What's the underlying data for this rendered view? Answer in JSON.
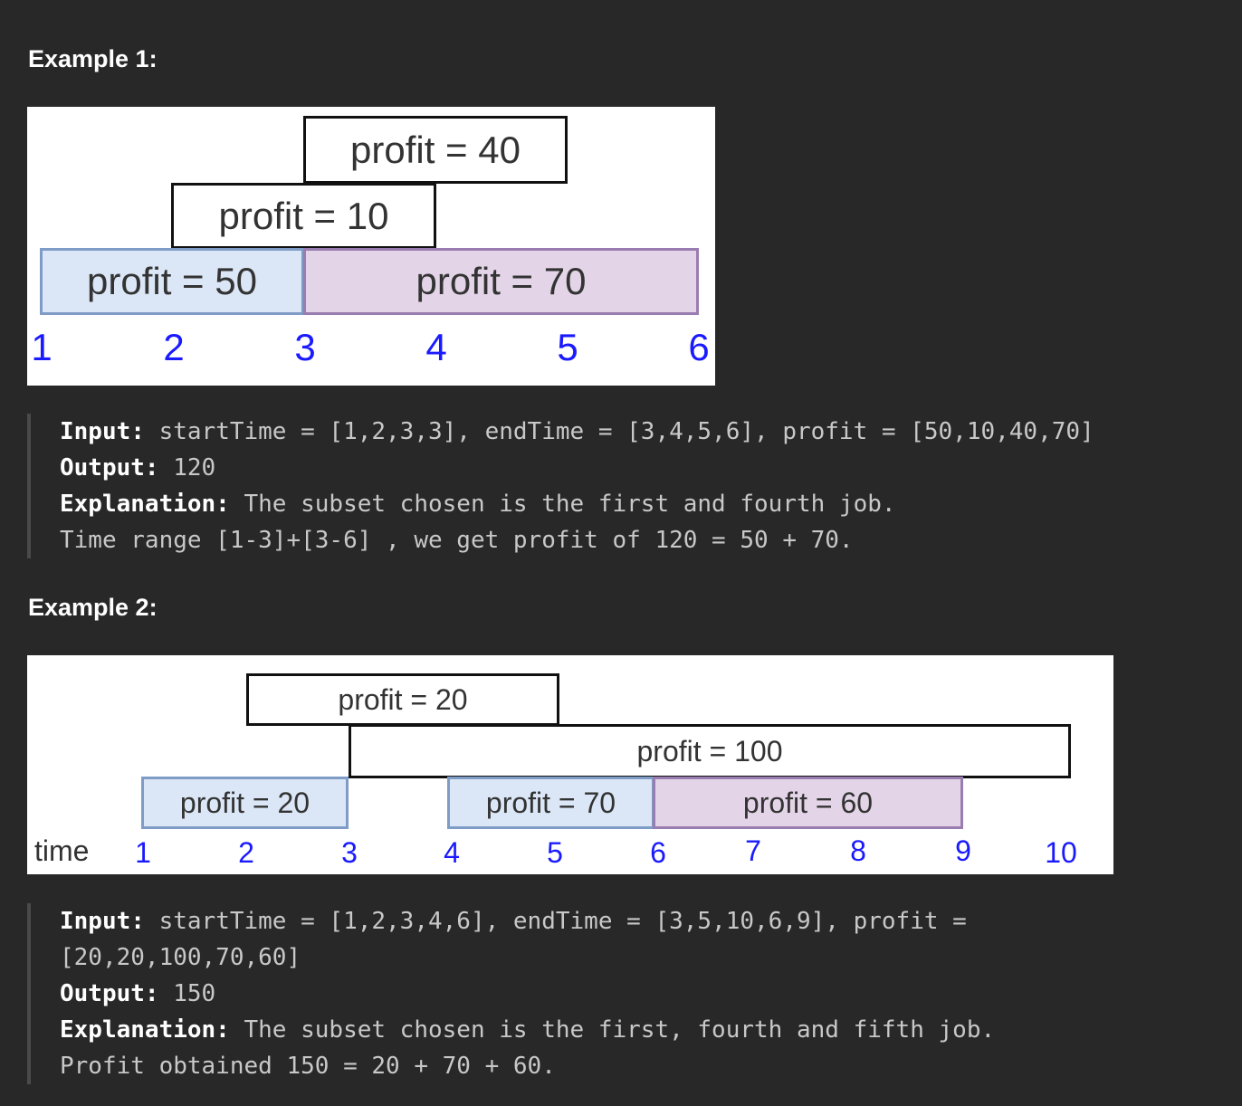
{
  "example1": {
    "heading": "Example 1:",
    "boxes": [
      {
        "label": "profit = 40"
      },
      {
        "label": "profit = 10"
      },
      {
        "label": "profit = 50"
      },
      {
        "label": "profit = 70"
      }
    ],
    "ticks": [
      "1",
      "2",
      "3",
      "4",
      "5",
      "6"
    ],
    "input_key": "Input:",
    "input_value": " startTime = [1,2,3,3], endTime = [3,4,5,6], profit = [50,10,40,70]",
    "output_key": "Output:",
    "output_value": " 120",
    "explanation_key": "Explanation:",
    "explanation_value": " The subset chosen is the first and fourth job.",
    "explanation_line2": "Time range [1-3]+[3-6] , we get profit of 120 = 50 + 70."
  },
  "example2": {
    "heading": "Example 2:",
    "time_label": "time",
    "boxes": [
      {
        "label": "profit = 20"
      },
      {
        "label": "profit = 100"
      },
      {
        "label": "profit = 20"
      },
      {
        "label": "profit = 70"
      },
      {
        "label": "profit = 60"
      }
    ],
    "ticks": [
      "1",
      "2",
      "3",
      "4",
      "5",
      "6",
      "7",
      "8",
      "9",
      "10"
    ],
    "input_key": "Input:",
    "input_value": " startTime = [1,2,3,4,6], endTime = [3,5,10,6,9], profit =",
    "input_line2": "[20,20,100,70,60]",
    "output_key": "Output:",
    "output_value": " 150",
    "explanation_key": "Explanation:",
    "explanation_value": " The subset chosen is the first, fourth and fifth job.",
    "explanation_line2": "Profit obtained 150 = 20 + 70 + 60."
  }
}
